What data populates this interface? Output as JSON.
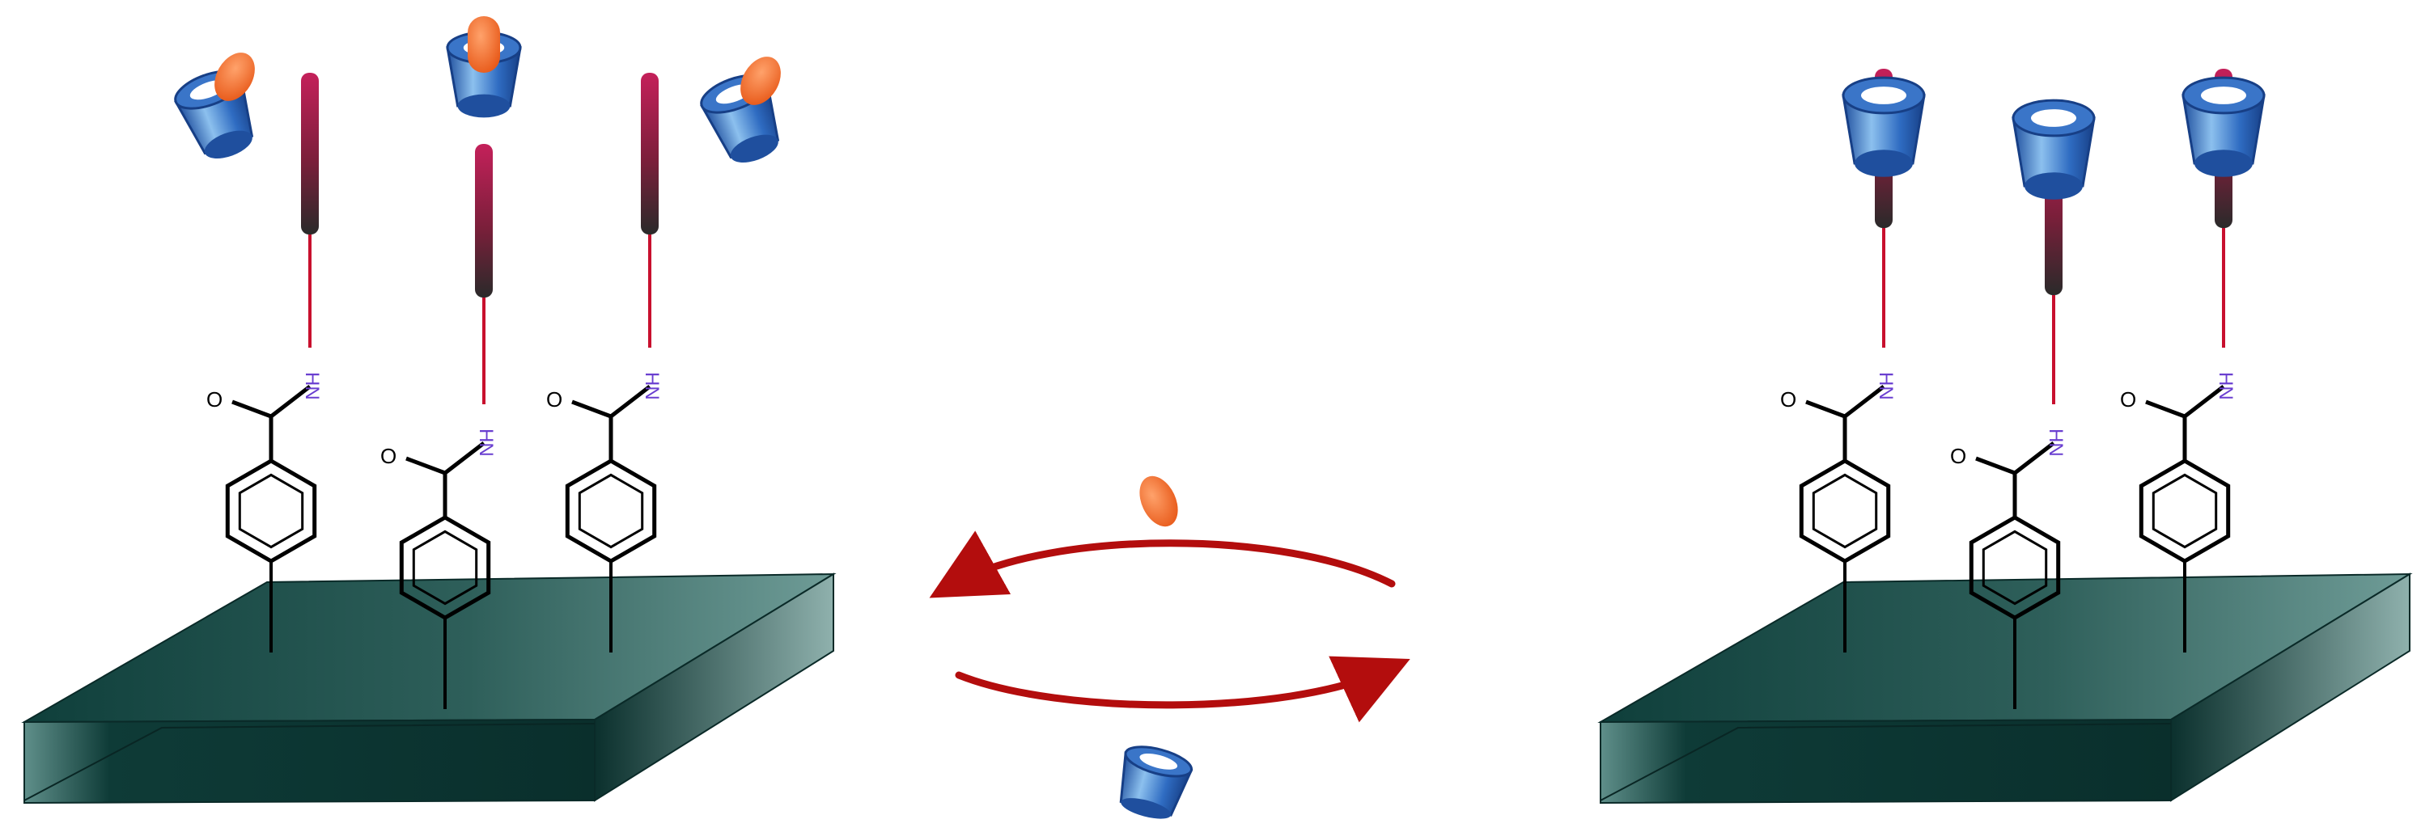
{
  "diagram": {
    "labels": {
      "nh": "HN",
      "oxygen": "O"
    },
    "colors": {
      "substrate_dark": "#0d3d3a",
      "substrate_light": "#5e8e89",
      "linker_red": "#c8102e",
      "rod_red": "#c41e4f",
      "rod_dark": "#2b2b2b",
      "host_blue": "#2a63b8",
      "host_light": "#7fb3e6",
      "guest_orange": "#f26b2a",
      "arrow_red": "#b30d0d",
      "nh_purple": "#6a3fd0"
    },
    "left_panel": {
      "molecules": [
        {
          "rod": "free",
          "host": "displaced-tilted"
        },
        {
          "rod": "free",
          "host": "guest-complex-upright"
        },
        {
          "rod": "free",
          "host": "displaced-tilted"
        }
      ]
    },
    "right_panel": {
      "molecules": [
        {
          "rod": "threaded",
          "host": "on-rod"
        },
        {
          "rod": "threaded",
          "host": "on-rod"
        },
        {
          "rod": "threaded",
          "host": "on-rod"
        }
      ]
    },
    "exchange": {
      "top_arrow_species": "guest",
      "bottom_arrow_species": "host"
    }
  }
}
